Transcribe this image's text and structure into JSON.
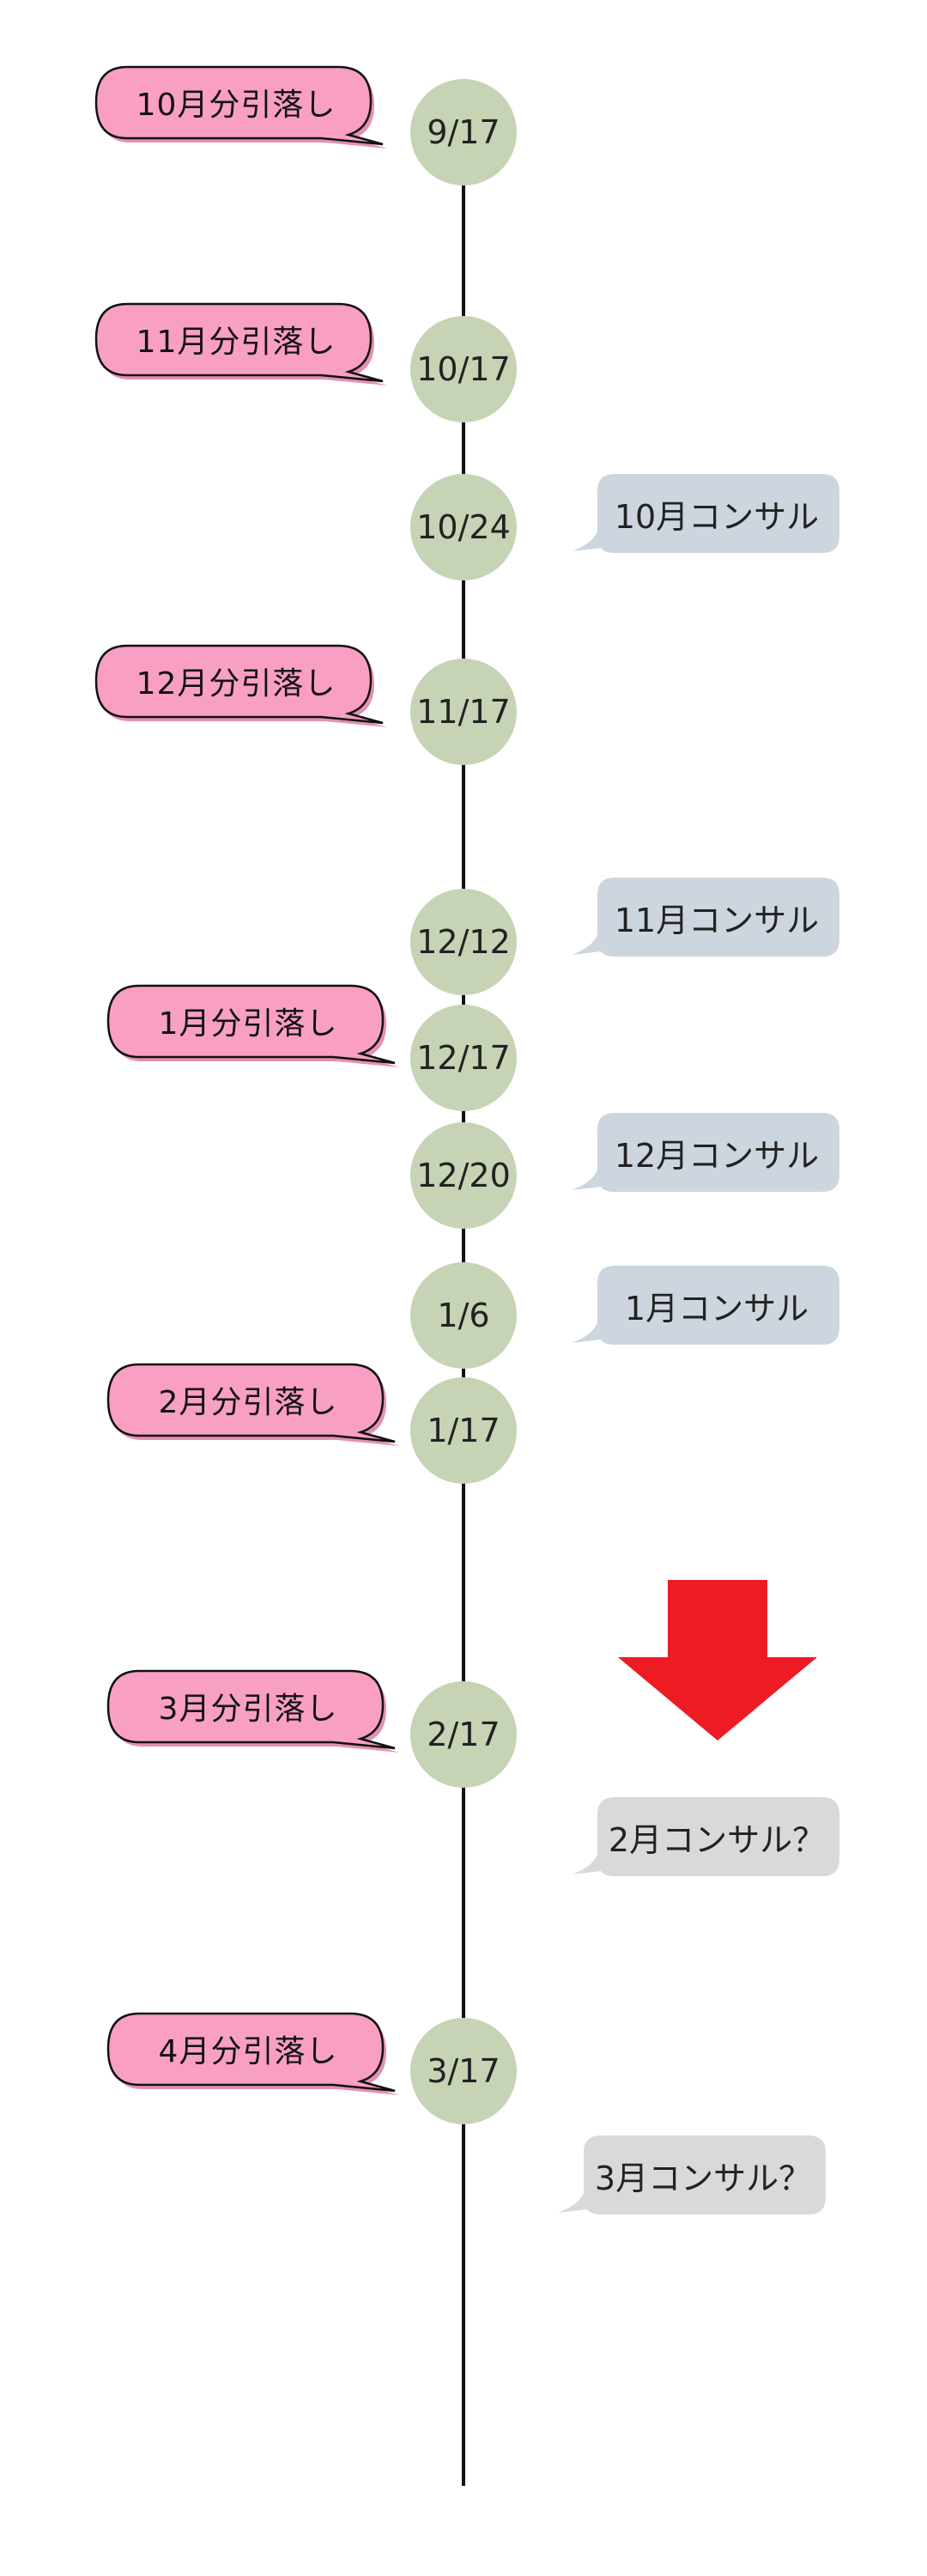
{
  "colors": {
    "line": "#111111",
    "date_node": "#c6d3b4",
    "withdrawal_bubble": "#f99fc3",
    "consult_bubble": "#cdd5de",
    "consult_bubble_tentative": "#d9d9d9",
    "arrow": "#ed1c24"
  },
  "dates": [
    "9/17",
    "10/17",
    "10/24",
    "11/17",
    "12/12",
    "12/17",
    "12/20",
    "1/6",
    "1/17",
    "2/17",
    "3/17"
  ],
  "withdrawals": [
    "10月分引落し",
    "11月分引落し",
    "12月分引落し",
    "1月分引落し",
    "2月分引落し",
    "3月分引落し",
    "4月分引落し"
  ],
  "consultations": [
    "10月コンサル",
    "11月コンサル",
    "12月コンサル",
    "1月コンサル",
    "2月コンサル？",
    "3月コンサル？"
  ],
  "icons": {
    "arrow": "down-arrow-icon"
  }
}
